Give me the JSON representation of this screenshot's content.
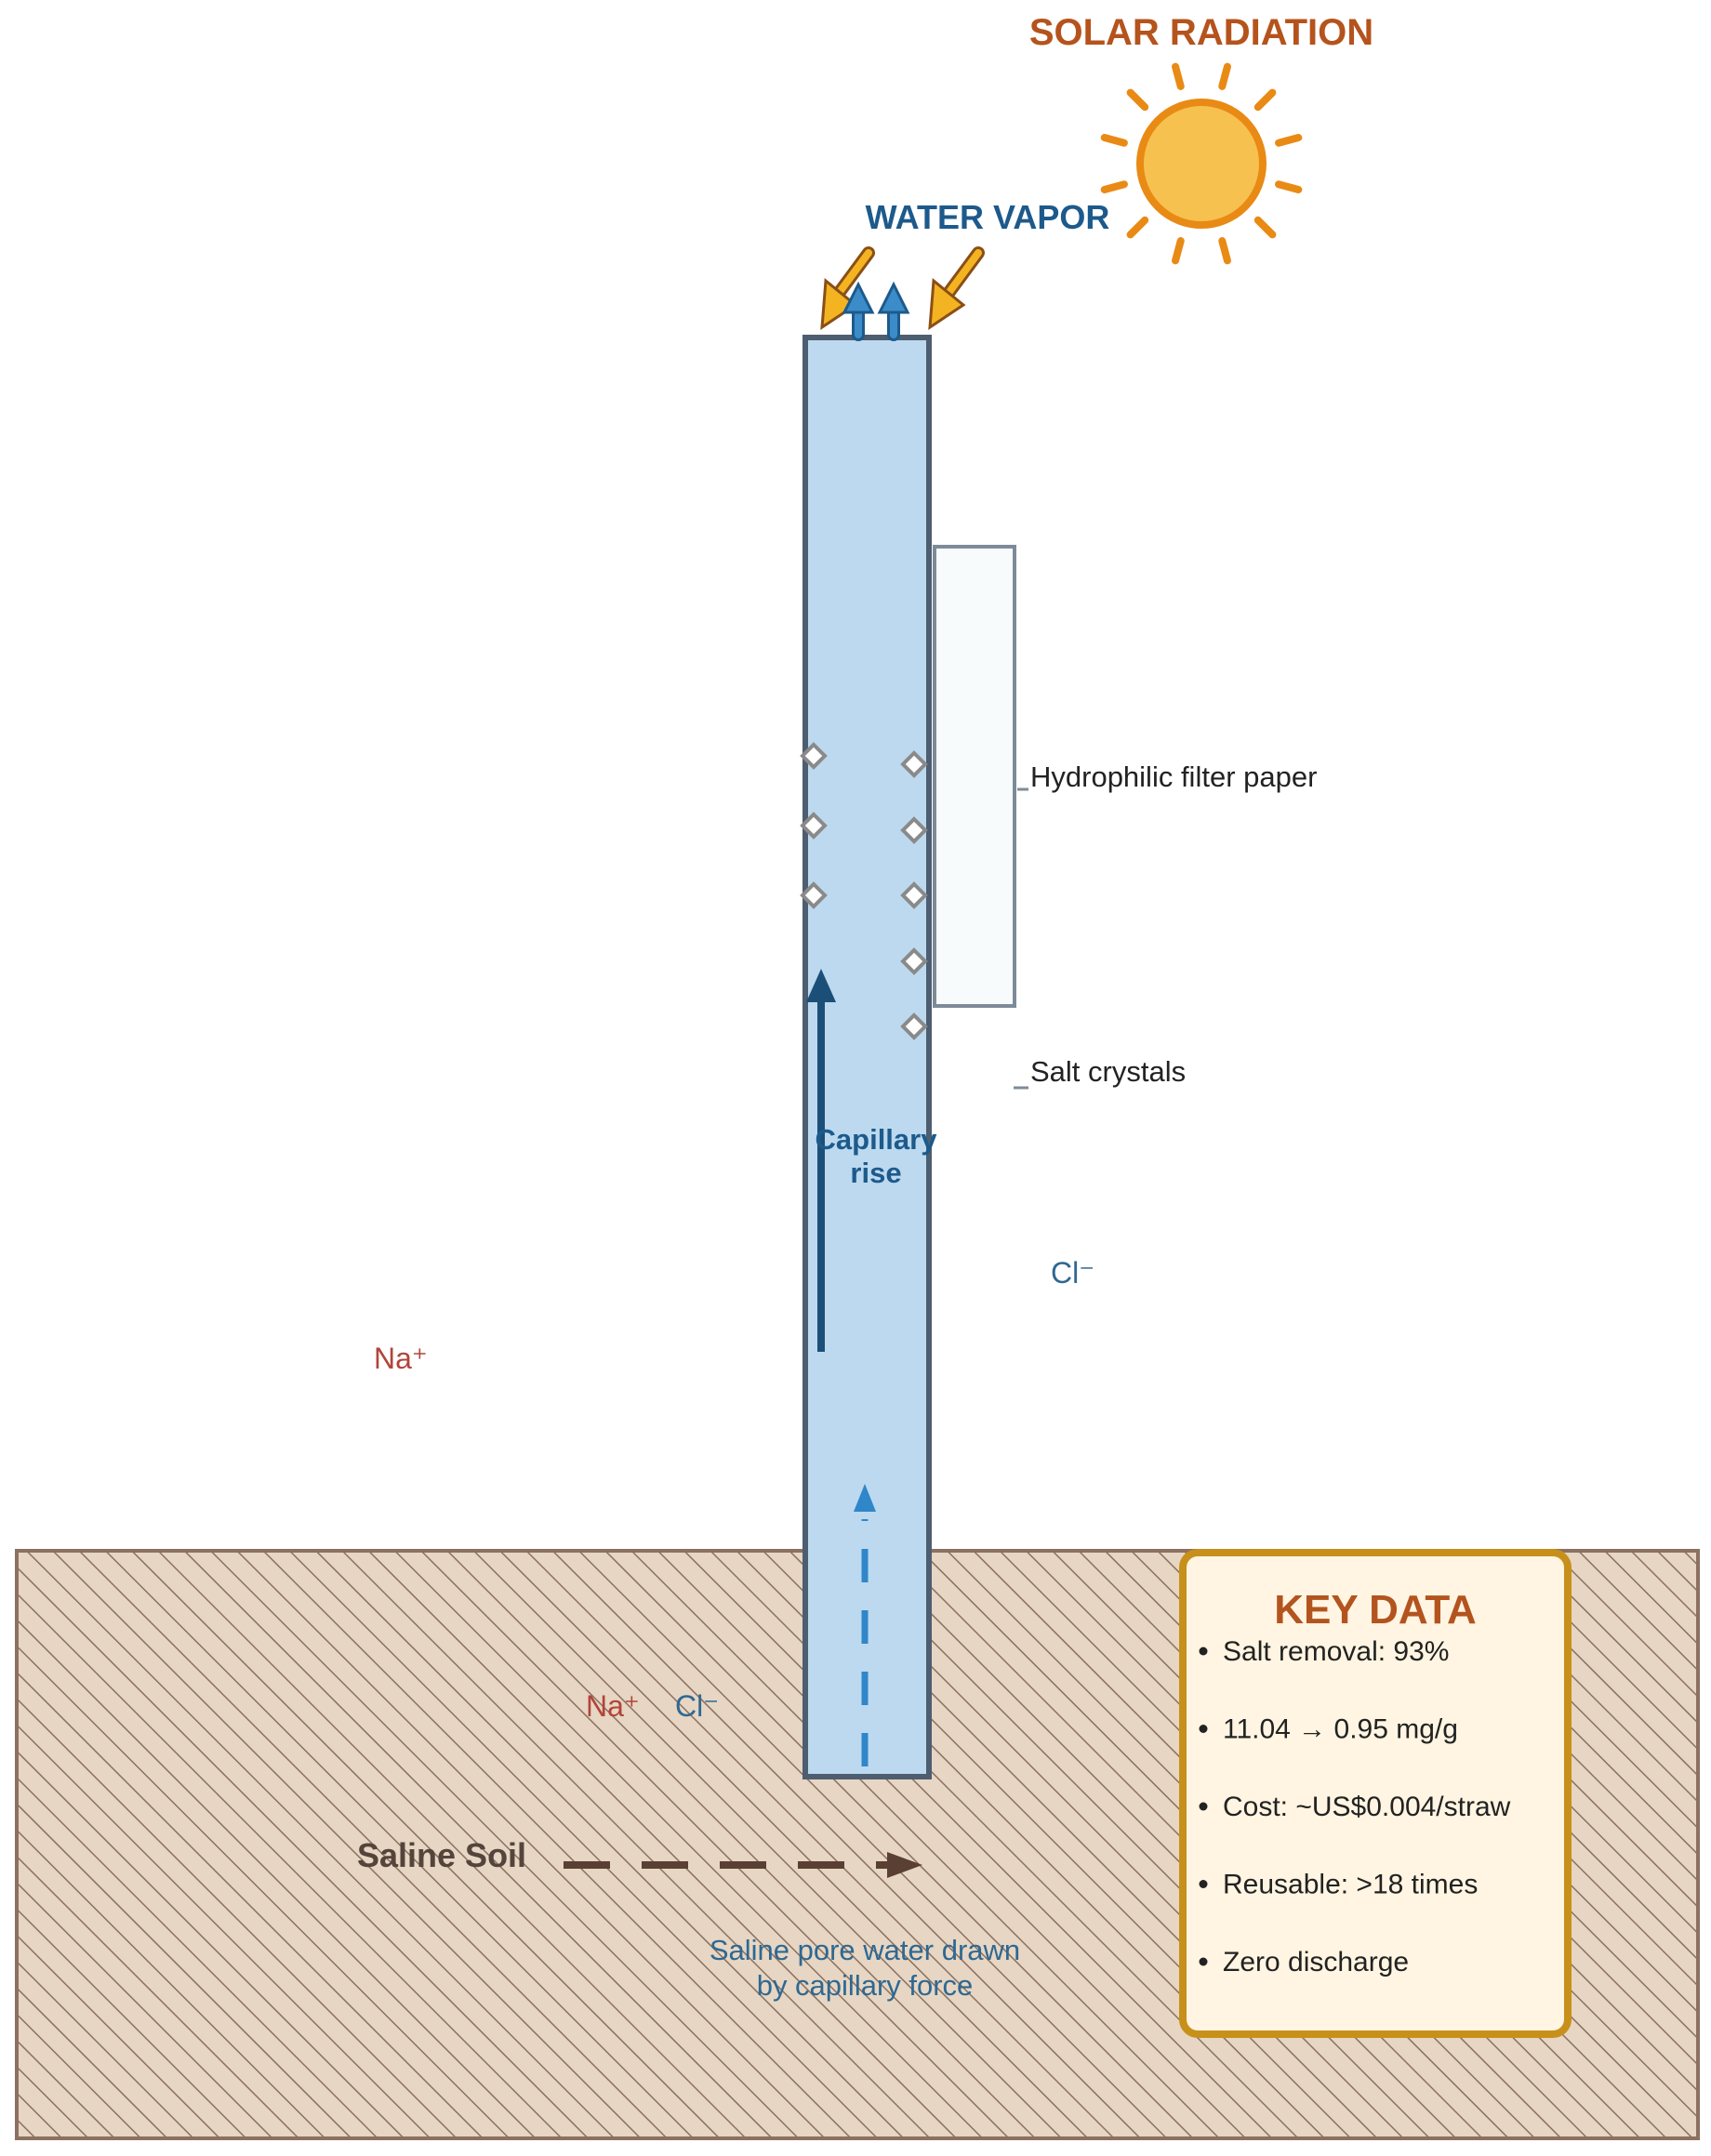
{
  "labels": {
    "solar_radiation": "SOLAR RADIATION",
    "water_vapor": "WATER VAPOR",
    "filter_paper": "Hydrophilic filter paper",
    "salt_crystals": "Salt crystals",
    "capillary_rise_line1": "Capillary",
    "capillary_rise_line2": "rise",
    "saline_soil": "Saline Soil",
    "pore_water_line1": "Saline pore water drawn",
    "pore_water_line2": "by capillary force"
  },
  "ions": {
    "cl_upper": "Cl⁻",
    "na_upper": "Na⁺",
    "na_soil": "Na⁺",
    "cl_soil": "Cl⁻"
  },
  "key_data": {
    "title": "KEY DATA",
    "items": [
      "Salt removal: 93%",
      "11.04 → 0.95 mg/g",
      "Cost: ~US$0.004/straw",
      "Reusable: >18 times",
      "Zero discharge"
    ]
  },
  "icons": {
    "sun": "sun-icon",
    "vapor": "up-arrow-icon",
    "radiation": "down-left-arrow-icon",
    "crystal": "diamond-icon"
  },
  "colors": {
    "solar_text": "#b5531c",
    "sun_fill": "#f6c14f",
    "sun_stroke": "#e98a15",
    "vapor_text": "#1d5a8c",
    "straw_fill": "#bcd9ef",
    "straw_stroke": "#4d5e70",
    "soil_fill": "#e6d6c3",
    "soil_hatch": "#8c7060",
    "na_color": "#b2443a",
    "cl_color": "#2f6892",
    "key_bg": "#fff5e2",
    "key_border": "#c7901a",
    "key_title": "#b3541e"
  }
}
